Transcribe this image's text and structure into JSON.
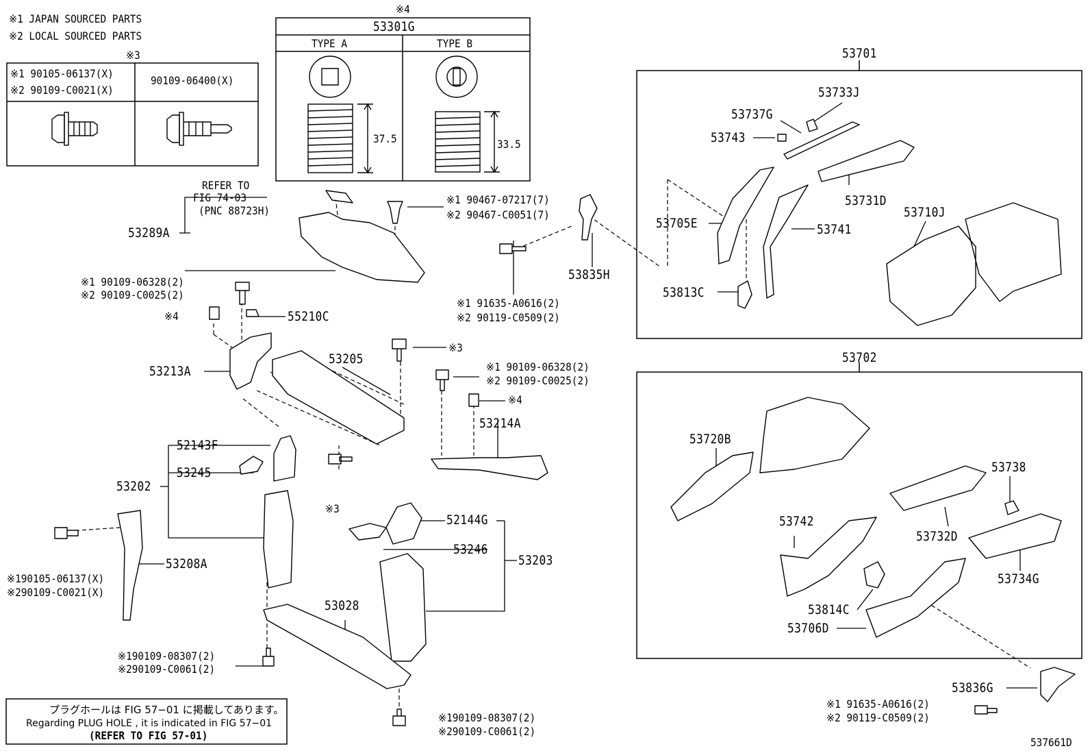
{
  "legend": {
    "note1": "※1  JAPAN SOURCED PARTS",
    "note2": "※2  LOCAL SOURCED PARTS"
  },
  "bolt_table": {
    "mark": "※3",
    "col1_line1": "※1 90105-06137(X)",
    "col1_line2": "※2 90109-C0021(X)",
    "col2": "90109-06400(X)"
  },
  "nut_table": {
    "mark": "※4",
    "part": "53301G",
    "type_a": "TYPE A",
    "type_b": "TYPE B",
    "dim_a": "37.5",
    "dim_b": "33.5"
  },
  "refer": {
    "l1": "REFER TO",
    "l2": "FIG 74-03",
    "l3": "(PNC 88723H)"
  },
  "labels": {
    "p53289A": "53289A",
    "clip_j": "※1 90467-07217(7)",
    "clip_l": "※2 90467-C0051(7)",
    "bolt1_j": "※1 90109-06328(2)",
    "bolt1_l": "※2 90109-C0025(2)",
    "mark4a": "※4",
    "p55210C": "55210C",
    "p53835H": "53835H",
    "bolt2_j": "※1 91635-A0616(2)",
    "bolt2_l": "※2 90119-C0509(2)",
    "p53213A": "53213A",
    "p53205": "53205",
    "mark3a": "※3",
    "bolt3_j": "※1 90109-06328(2)",
    "bolt3_l": "※2 90109-C0025(2)",
    "mark4b": "※4",
    "p53214A": "53214A",
    "p52143F": "52143F",
    "p53245": "53245",
    "p53202": "53202",
    "mark3b": "※3",
    "p52144G": "52144G",
    "p53246": "53246",
    "p53203": "53203",
    "p53208A": "53208A",
    "bolt4_j": "※190105-06137(X)",
    "bolt4_l": "※290109-C0021(X)",
    "p53028": "53028",
    "bolt5_j": "※190109-08307(2)",
    "bolt5_l": "※290109-C0061(2)",
    "bolt6_j": "※190109-08307(2)",
    "bolt6_l": "※290109-C0061(2)",
    "p53701": "53701",
    "p53733J": "53733J",
    "p53737G": "53737G",
    "p53743": "53743",
    "p53731D": "53731D",
    "p53705E": "53705E",
    "p53710J": "53710J",
    "p53741": "53741",
    "p53813C": "53813C",
    "p53702": "53702",
    "p53720B": "53720B",
    "p53738": "53738",
    "p53742": "53742",
    "p53732D": "53732D",
    "p53734G": "53734G",
    "p53814C": "53814C",
    "p53706D": "53706D",
    "p53836G": "53836G",
    "bolt7_j": "※1 91635-A0616(2)",
    "bolt7_l": "※2 90119-C0509(2)"
  },
  "plug_note": {
    "jp": "プラグホールは FIG 57−01 に掲載してあります。",
    "en": "Regarding  PLUG  HOLE , it is indicated in  FIG  57−01",
    "ref": "(REFER  TO  FIG 57-01)"
  },
  "diagram_id": "537661D"
}
